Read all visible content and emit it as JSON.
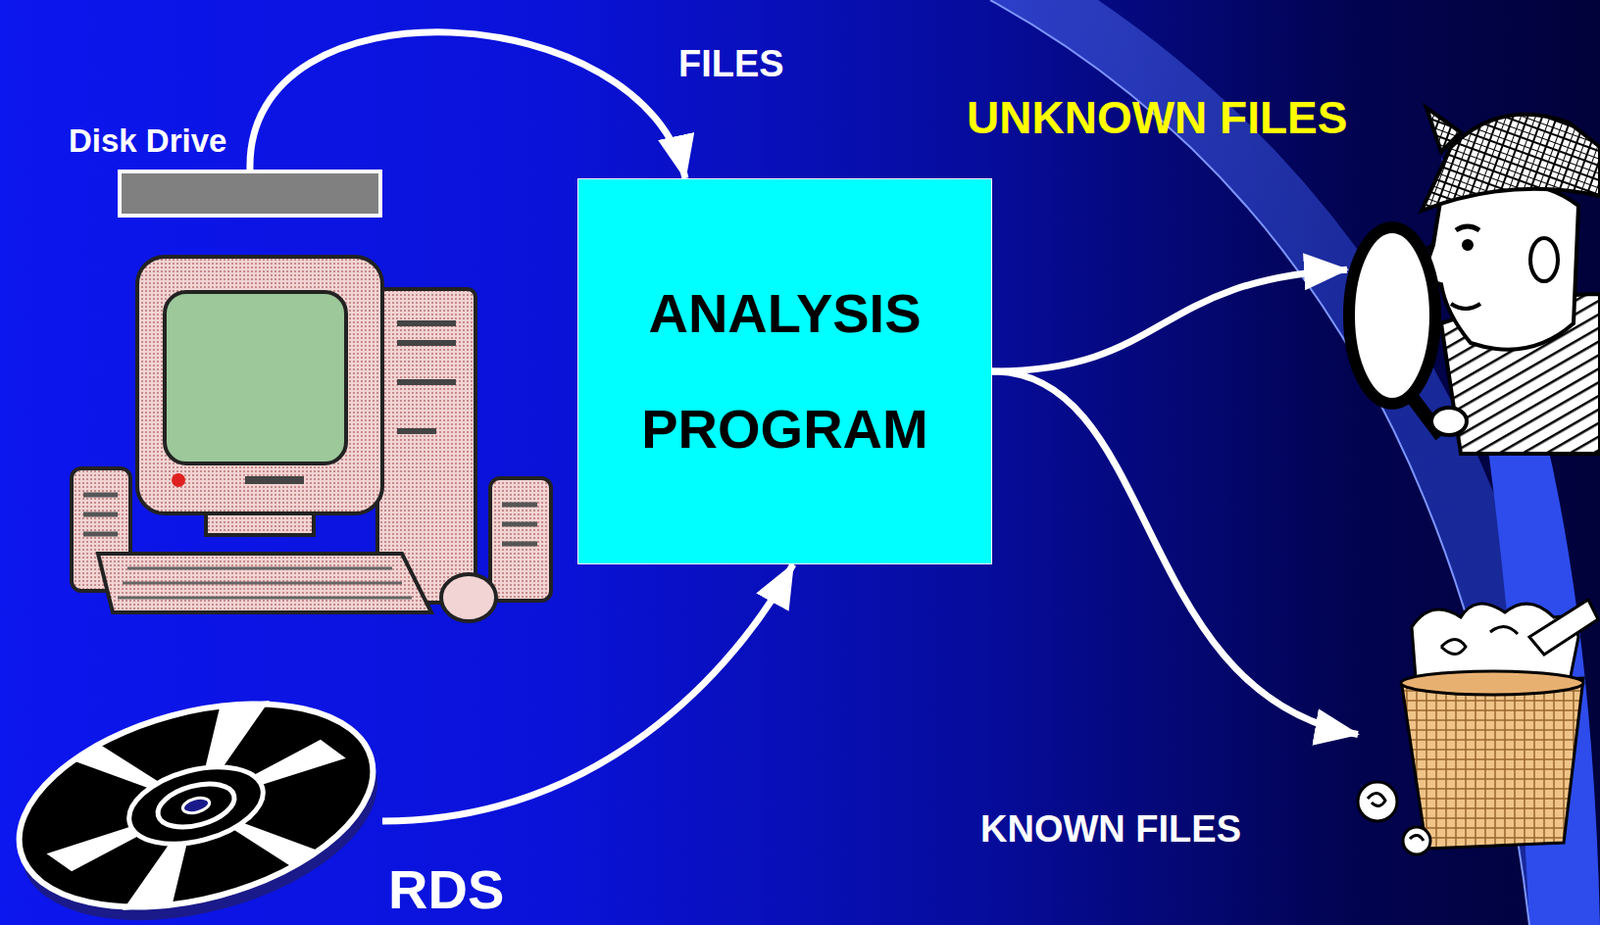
{
  "diagram": {
    "nodes": [
      {
        "text": [
          "Disk Drive"
        ]
      },
      {
        "text": [
          "ANALYSIS PROGRAM"
        ]
      },
      {
        "text": [
          "UNKNOWN FILES"
        ]
      },
      {
        "text": [
          "RDS"
        ]
      },
      {
        "text": [
          "KNOWN FILES"
        ]
      }
    ],
    "edges": [
      {
        "from": 0,
        "to": 1,
        "arrow": "to",
        "label": "FILES"
      },
      {
        "from": 3,
        "to": 1,
        "arrow": "to"
      },
      {
        "from": 1,
        "to": 2,
        "arrow": "to"
      },
      {
        "from": 1,
        "to": 4,
        "arrow": "to"
      }
    ]
  }
}
